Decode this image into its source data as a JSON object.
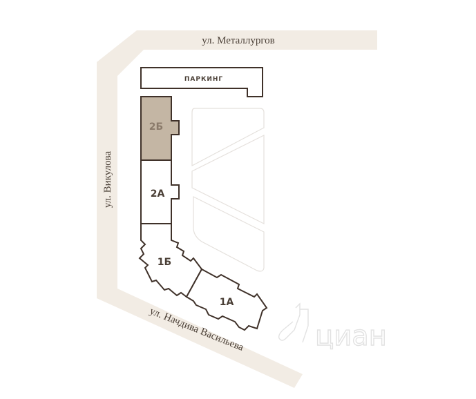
{
  "streets": {
    "north": "ул. Металлургов",
    "west": "ул. Викулова",
    "south": "ул. Начдива Васильева"
  },
  "parking": {
    "label": "ПАРКИНГ"
  },
  "buildings": [
    {
      "id": "2Б",
      "label": "2Б",
      "highlighted": true
    },
    {
      "id": "2А",
      "label": "2А",
      "highlighted": false
    },
    {
      "id": "1Б",
      "label": "1Б",
      "highlighted": false
    },
    {
      "id": "1А",
      "label": "1А",
      "highlighted": false
    }
  ],
  "watermark": {
    "text": "циан",
    "icon": "cian-logo-icon"
  },
  "colors": {
    "road": "#f2ece4",
    "outline": "#3f3129",
    "highlight_fill": "#c4b6a4",
    "courtyard": "#e4e0dc"
  }
}
